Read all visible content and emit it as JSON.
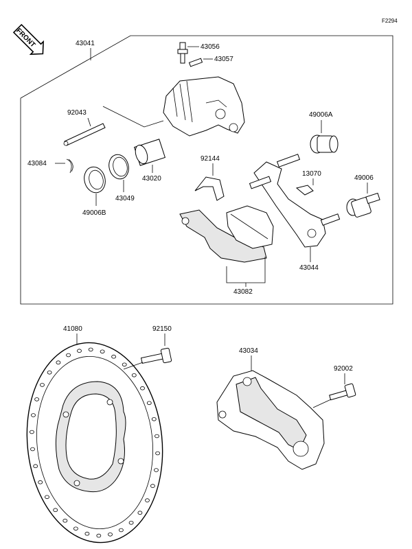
{
  "diagram": {
    "code": "F2294",
    "front_label": "FRONT",
    "parts": {
      "p43041": "43041",
      "p43056": "43056",
      "p43057": "43057",
      "p92043": "92043",
      "p43084": "43084",
      "p43020": "43020",
      "p43049": "43049",
      "p49006B": "49006B",
      "p92144": "92144",
      "p49006A": "49006A",
      "p13070": "13070",
      "p49006": "49006",
      "p43044": "43044",
      "p43082": "43082",
      "p41080": "41080",
      "p92150": "92150",
      "p43034": "43034",
      "p92002": "92002"
    }
  }
}
